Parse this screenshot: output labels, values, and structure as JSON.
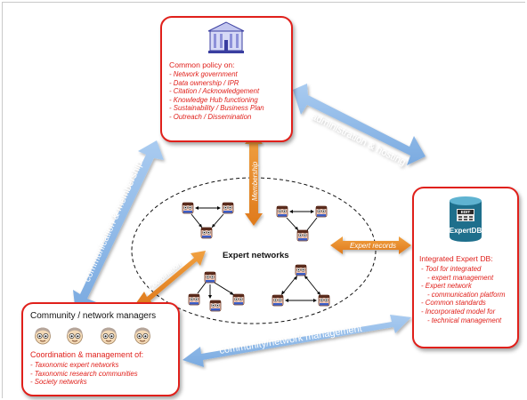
{
  "policy_box": {
    "heading": "Common policy on:",
    "items": [
      "Network government",
      "Data ownership / IPR",
      "Citation / Acknowledgement",
      "Knowledge Hub functioning",
      "Sustainability / Business Plan",
      "Outreach / Dissemination"
    ]
  },
  "expertdb_box": {
    "logo_top": "EDIT",
    "logo_bottom": "ExpertDB",
    "heading": "Integrated Expert DB:",
    "items": [
      "Tool for integrated",
      "expert management",
      "Expert network",
      "communication platform",
      "Common standards",
      "Incorporated model for",
      "technical management"
    ]
  },
  "community_box": {
    "title": "Community / network managers",
    "heading": "Coordination & management of:",
    "items": [
      "Taxonomic expert networks",
      "Taxonomic research communities",
      "Society networks"
    ]
  },
  "center": {
    "label": "Expert networks"
  },
  "arrows": {
    "admin_hosting": "administration & hosting",
    "communication_membership": "communication & membership",
    "community_management": "community/network management",
    "membership": "Membership",
    "coordination": "Coordination",
    "expert_records": "Expert records"
  },
  "colors": {
    "box_border": "#e0201b",
    "blue_arrow": "#8db8e8",
    "orange_arrow": "#e9892a"
  }
}
